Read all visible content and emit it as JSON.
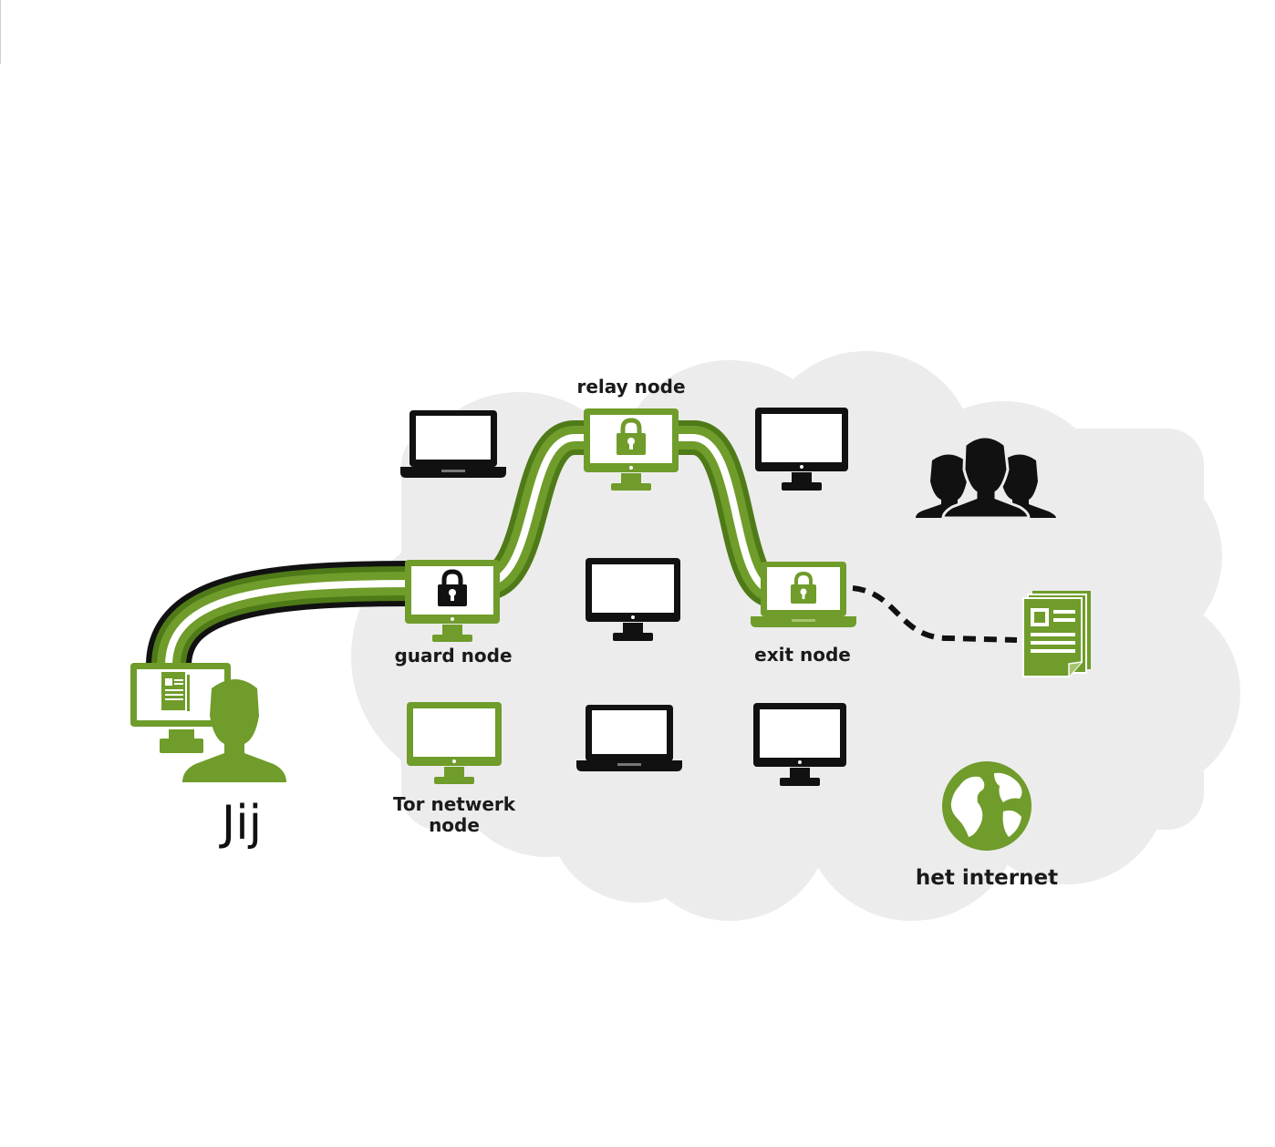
{
  "colors": {
    "accent": "#6f9c2a",
    "accent_dark": "#4f7a18",
    "dark": "#111111",
    "cloud": "#ececec",
    "background": "#ffffff"
  },
  "labels": {
    "you": "Jij",
    "relay": "relay node",
    "guard": "guard node",
    "exit": "exit node",
    "tor_line1": "Tor netwerk",
    "tor_line2": "node",
    "internet": "het internet"
  },
  "icons": {
    "user": "person-icon",
    "users": "group-icon",
    "document": "document-icon",
    "lock": "lock-icon",
    "globe": "globe-icon",
    "monitor": "monitor-icon",
    "laptop": "laptop-icon"
  }
}
